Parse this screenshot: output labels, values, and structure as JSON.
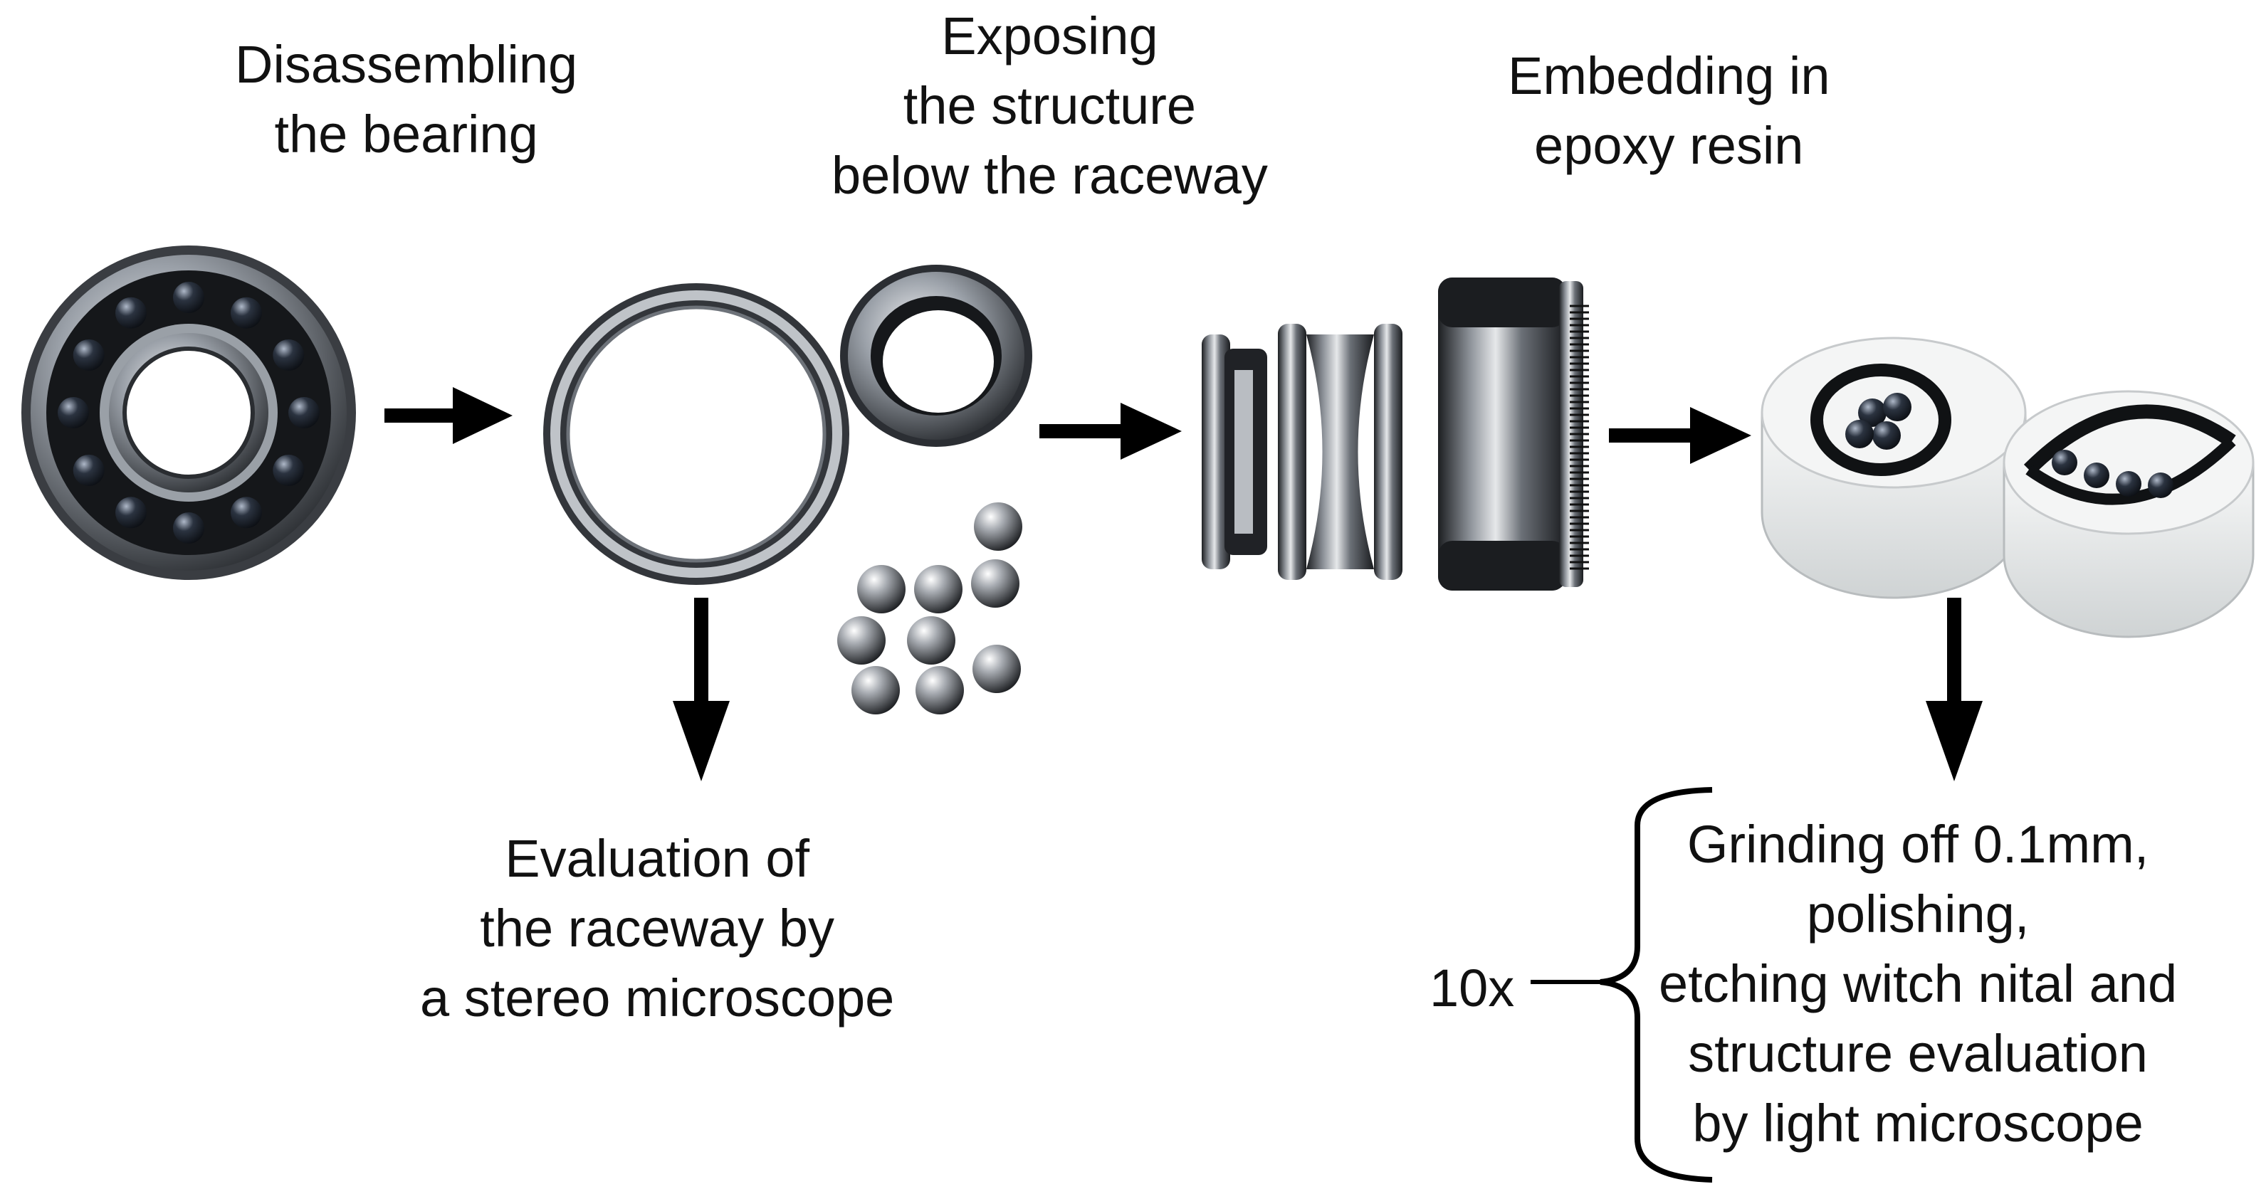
{
  "steps": {
    "disassembling": [
      "Disassembling",
      "the bearing"
    ],
    "exposing": [
      "Exposing",
      "the structure",
      "below the raceway"
    ],
    "embedding": [
      "Embedding in",
      "epoxy resin"
    ],
    "evaluation": [
      "Evaluation of",
      "the raceway by",
      "a stereo microscope"
    ],
    "grinding": [
      "Grinding off 0.1mm,",
      "polishing,",
      "etching witch nital and",
      "structure evaluation",
      "by light microscope"
    ]
  },
  "repeat_label": "10x",
  "colors": {
    "arrow": "#000000",
    "steel_dark": "#2b2e33",
    "steel_mid": "#7d828a",
    "steel_light": "#d9dce0",
    "ceramic_ball": "#1e2530",
    "epoxy": "#eef0f0"
  },
  "icons": [
    "complete-bearing-icon",
    "outer-ring-icon",
    "inner-ring-icon",
    "steel-balls-icon",
    "ring-sections-icon",
    "embedded-samples-icon",
    "arrow-right-icon",
    "arrow-down-icon",
    "curly-brace-icon"
  ]
}
